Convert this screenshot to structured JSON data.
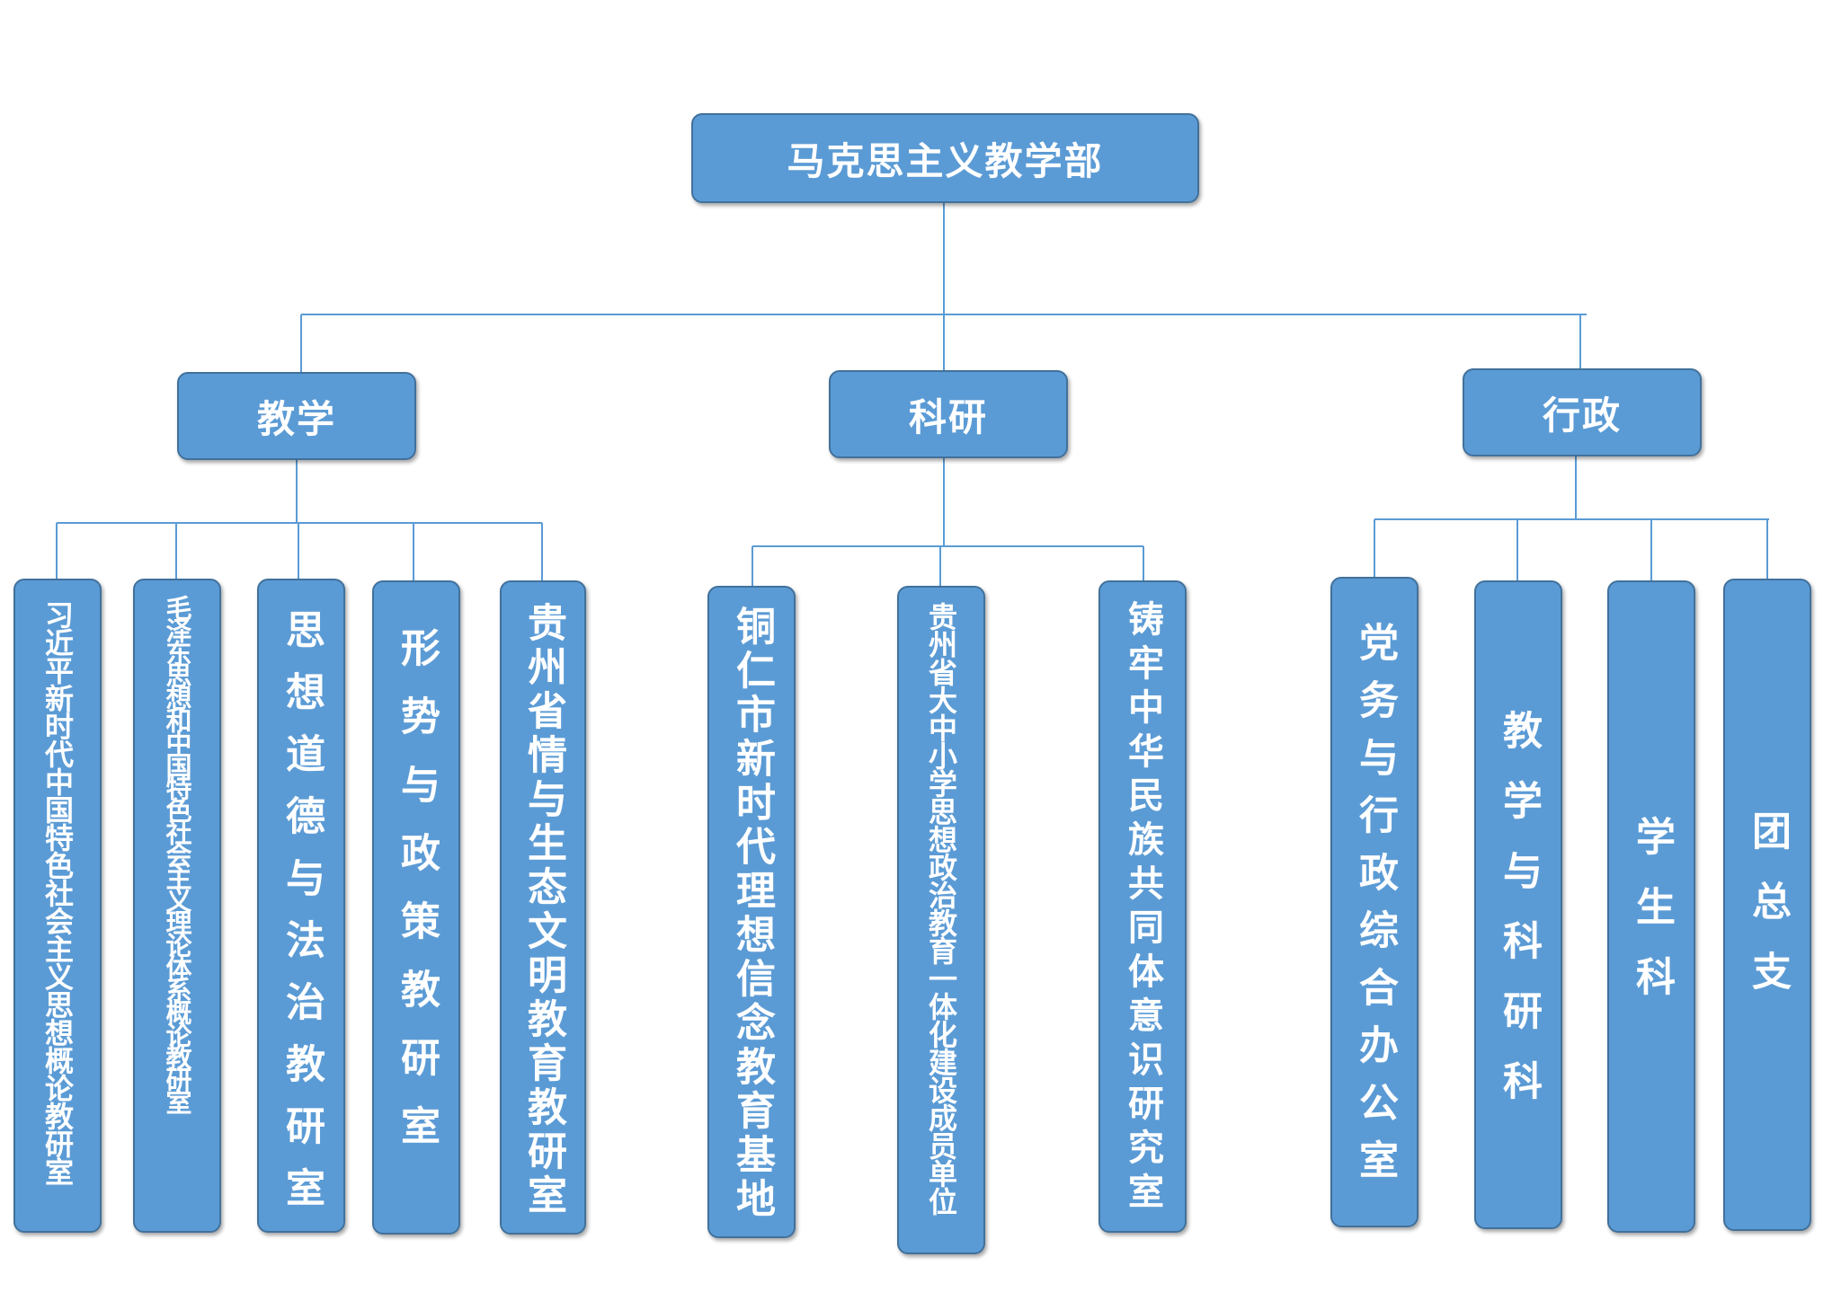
{
  "root": "马克思主义教学部",
  "branches": [
    {
      "name": "教学",
      "units": [
        "习近平新时代中国特色社会主义思想概论教研室",
        "毛泽东思想和中国特色社会主义理论体系概论教研室",
        "思想道德与法治教研室",
        "形势与政策教研室",
        "贵州省情与生态文明教育教研室"
      ]
    },
    {
      "name": "科研",
      "units": [
        "铜仁市新时代理想信念教育基地",
        "贵州省大中小学思想政治教育一体化建设成员单位",
        "铸牢中华民族共同体意识研究室"
      ]
    },
    {
      "name": "行政",
      "units": [
        "党务与行政综合办公室",
        "教学与科研科",
        "学生科",
        "团总支"
      ]
    }
  ],
  "colors": {
    "box_fill": "#5b9bd5",
    "box_border": "#41719c",
    "connector": "#5b9bd5",
    "text": "#ffffff"
  }
}
